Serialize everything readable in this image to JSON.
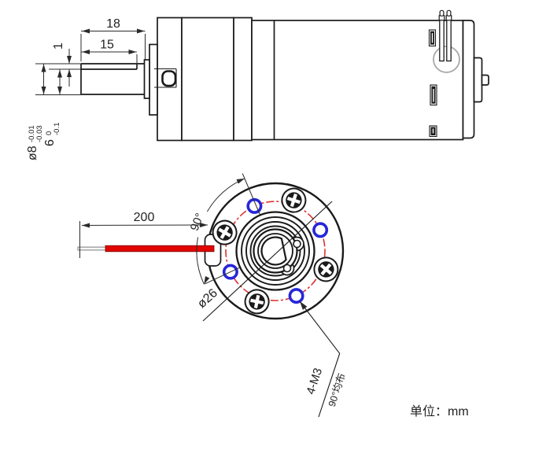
{
  "drawing": {
    "type": "gear-motor engineering drawing, side view and face view",
    "top_view": {
      "shaft_length": "18",
      "flat_length": "15",
      "flat_depth": "1",
      "shaft_diameter": "ø8",
      "shaft_diameter_tol_upper": "-0.01",
      "shaft_diameter_tol_lower": "-0.03",
      "across_flat": "6",
      "across_flat_tol_upper": "0",
      "across_flat_tol_lower": "-0.1"
    },
    "front_view": {
      "wire_length": "200",
      "hole_spacing_angle": "90°",
      "bolt_circle_diameter": "ø26",
      "mounting_holes": "4-M3",
      "mounting_holes_note": "90°均布"
    },
    "footer": {
      "unit_note": "单位：mm"
    },
    "colors": {
      "line": "#1a1a1a",
      "red_wire": "#e10600",
      "bolt_circle_red": "#e03131",
      "hole_blue": "#2626d9",
      "grommet_gray": "#a8a8a8"
    }
  }
}
